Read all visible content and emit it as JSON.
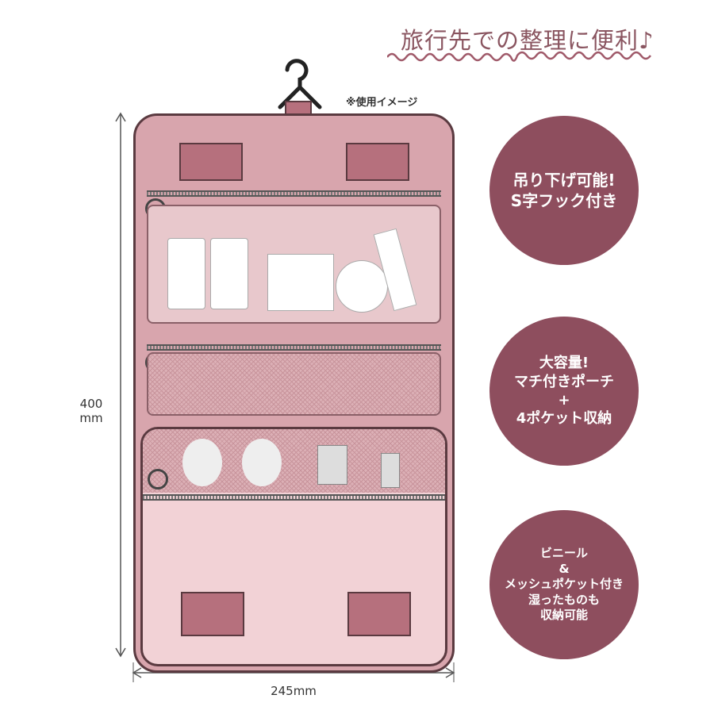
{
  "headline": "旅行先での整理に便利♪",
  "note": "※使用イメージ",
  "dimensions": {
    "height_value": "400",
    "height_unit": "mm",
    "width": "245mm"
  },
  "features": [
    {
      "lines": [
        "吊り下げ可能!",
        "S字フック付き"
      ]
    },
    {
      "lines": [
        "大容量!",
        "マチ付きポーチ",
        "+",
        "4ポケット収納"
      ]
    },
    {
      "lines": [
        "ビニール",
        "&",
        "メッシュポケット付き",
        "湿ったものも",
        "収納可能"
      ]
    }
  ],
  "colors": {
    "accent": "#8e4e5e",
    "bag": "#d8a5ad"
  }
}
